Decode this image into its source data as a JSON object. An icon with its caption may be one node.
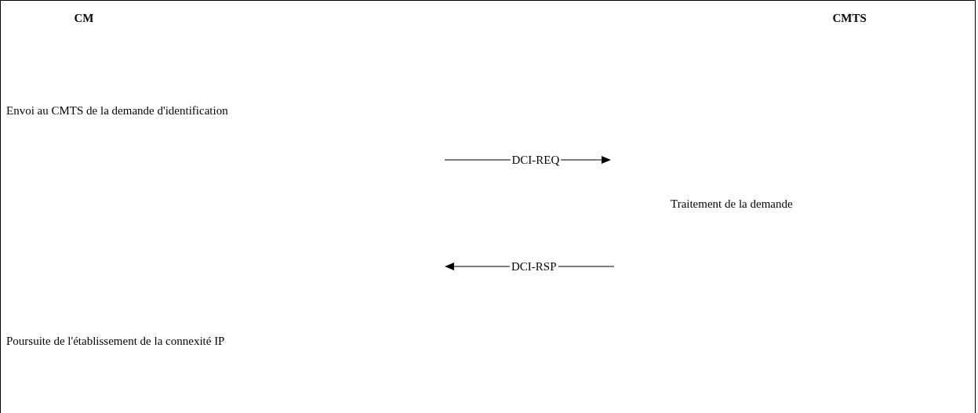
{
  "diagram": {
    "labels": [
      "CM",
      "CMTS",
      "Envoi au CMTS de la demande d'identification",
      "DCI-REQ",
      "Traitement de la demande",
      "DCI-RSP",
      "Poursuite de l'établissement de la connexité IP"
    ]
  }
}
